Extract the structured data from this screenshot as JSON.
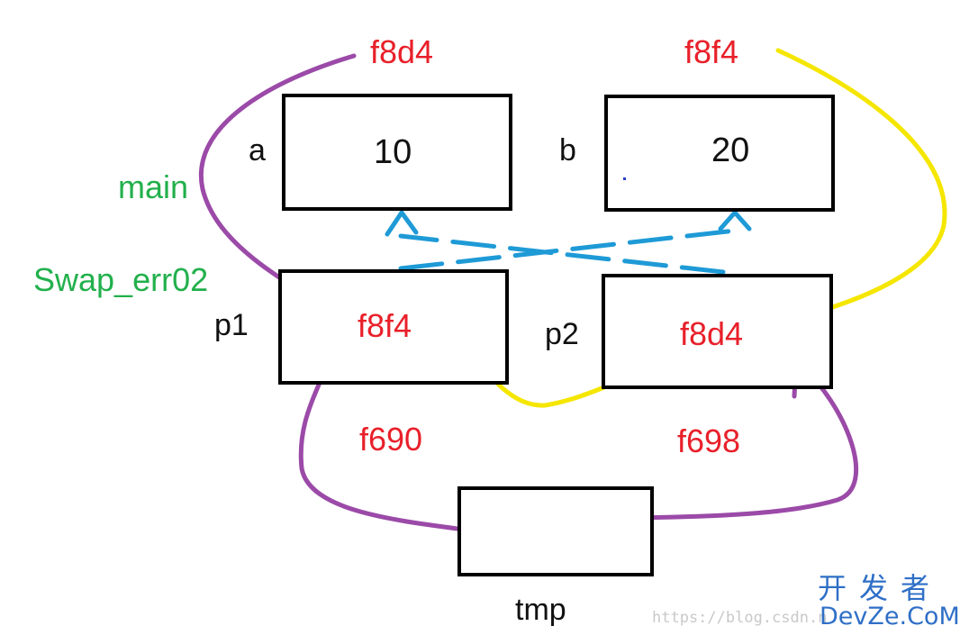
{
  "colors": {
    "red": "#e8202a",
    "green": "#22b04c",
    "purple": "#9b4aa8",
    "yellow": "#f5e600",
    "blue": "#1e9ad6",
    "logo_blue": "#2f6fc7"
  },
  "frames": {
    "main_label": "main",
    "swap_label": "Swap_err02"
  },
  "variables": {
    "a": {
      "name": "a",
      "value": "10",
      "address": "f8d4"
    },
    "b": {
      "name": "b",
      "value": "20",
      "address": "f8f4"
    },
    "p1": {
      "name": "p1",
      "value": "f8f4",
      "address": "f690"
    },
    "p2": {
      "name": "p2",
      "value": "f8d4",
      "address": "f698"
    },
    "tmp": {
      "name": "tmp",
      "value": ""
    }
  },
  "watermark": {
    "url": "https://blog.csdn.n",
    "logo_cn": "开发者",
    "logo_en": "DevZe.CoM"
  }
}
